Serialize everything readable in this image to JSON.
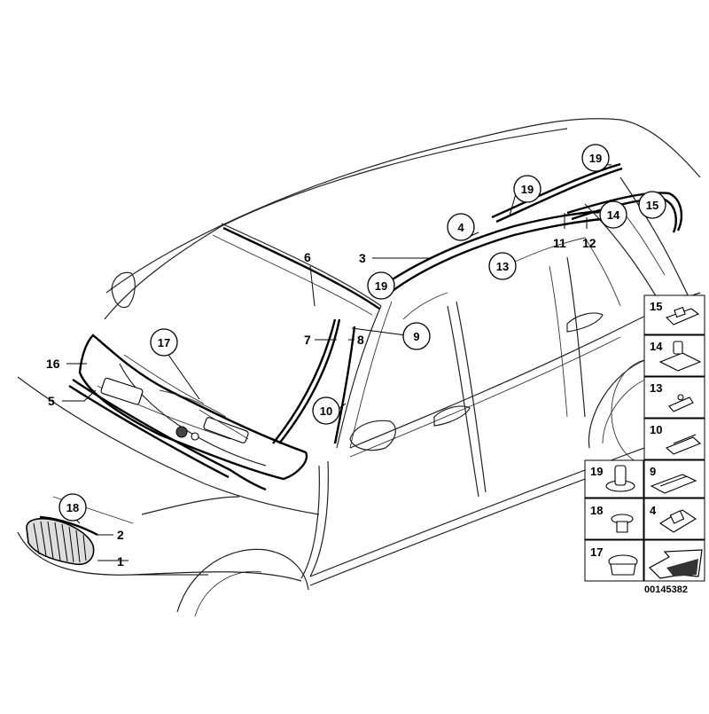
{
  "diagram": {
    "reference_code": "00145382",
    "plain_labels": [
      {
        "id": "1",
        "text": "1"
      },
      {
        "id": "2",
        "text": "2"
      },
      {
        "id": "3",
        "text": "3"
      },
      {
        "id": "5",
        "text": "5"
      },
      {
        "id": "6",
        "text": "6"
      },
      {
        "id": "7",
        "text": "7"
      },
      {
        "id": "8",
        "text": "8"
      },
      {
        "id": "11",
        "text": "11"
      },
      {
        "id": "12",
        "text": "12"
      },
      {
        "id": "16",
        "text": "16"
      }
    ],
    "circled_labels": [
      {
        "id": "4",
        "text": "4"
      },
      {
        "id": "9",
        "text": "9"
      },
      {
        "id": "10",
        "text": "10"
      },
      {
        "id": "13",
        "text": "13"
      },
      {
        "id": "14",
        "text": "14"
      },
      {
        "id": "15",
        "text": "15"
      },
      {
        "id": "17",
        "text": "17"
      },
      {
        "id": "18",
        "text": "18"
      },
      {
        "id": "19a",
        "text": "19"
      },
      {
        "id": "19b",
        "text": "19"
      },
      {
        "id": "19c",
        "text": "19"
      }
    ],
    "parts_tiles": [
      {
        "id": "15",
        "text": "15"
      },
      {
        "id": "14",
        "text": "14"
      },
      {
        "id": "13",
        "text": "13"
      },
      {
        "id": "10",
        "text": "10"
      },
      {
        "id": "19",
        "text": "19"
      },
      {
        "id": "9",
        "text": "9"
      },
      {
        "id": "18",
        "text": "18"
      },
      {
        "id": "4",
        "text": "4"
      },
      {
        "id": "17",
        "text": "17"
      }
    ]
  }
}
